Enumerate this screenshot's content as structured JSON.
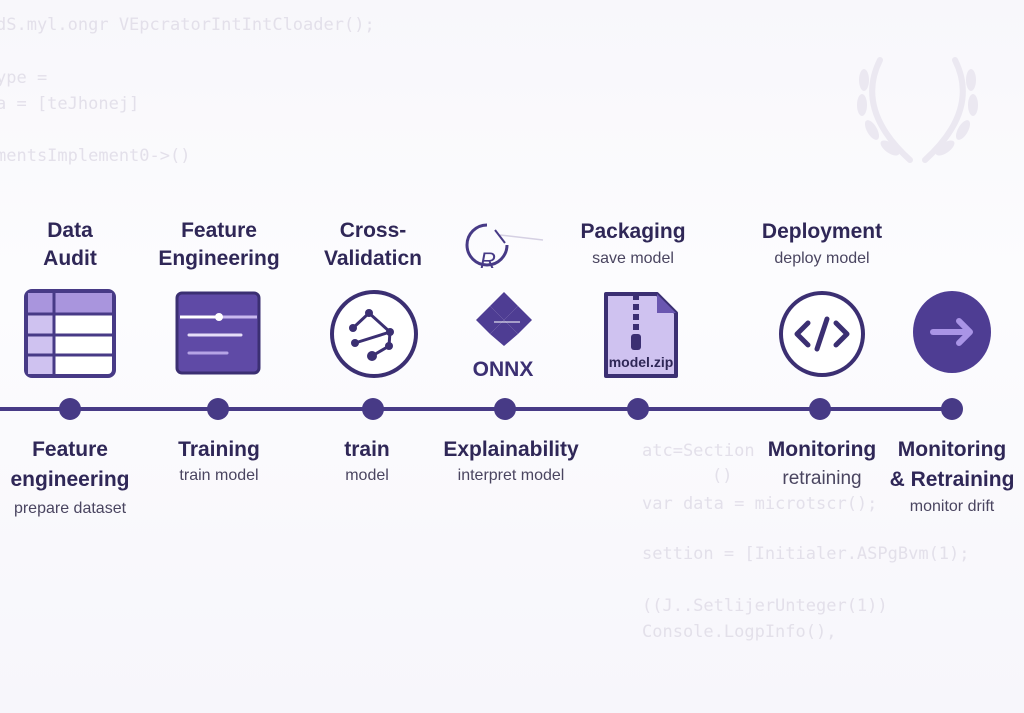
{
  "background_code": {
    "left": [
      "dS.myl.ongr VEpcratorIntIntCloader();",
      "ype =",
      "a = [teJhonej]",
      "mentsImplement0->()"
    ],
    "right": [
      "atc=Section",
      "()",
      "var data = microtscr();",
      "settion = [Initialer.ASPgBvm(1);",
      "((J..SetlijerUnteger(1))",
      "Console.LogpInfo(),"
    ]
  },
  "top_steps": [
    {
      "title": [
        "Data",
        "Audit"
      ]
    },
    {
      "title": [
        "Feature",
        "Engineering"
      ]
    },
    {
      "title": [
        "Cross-",
        "Validaticn"
      ]
    },
    {
      "title": [],
      "icon": "r-logo-icon"
    },
    {
      "title": [
        "Packaging"
      ],
      "subtitle": "save model"
    },
    {
      "title": [
        "Deployment"
      ],
      "subtitle": "deploy model"
    }
  ],
  "icons": {
    "onnx_label": "ONNX",
    "zip_label": "model.zip",
    "r_letter": "R"
  },
  "bottom_steps": [
    {
      "title": [
        "Feature",
        "engineering"
      ],
      "subtitle": "prepare dataset"
    },
    {
      "title": [
        "Training"
      ],
      "subtitle": "train model"
    },
    {
      "title": [
        "train"
      ],
      "subtitle": "model"
    },
    {
      "title": [
        "Explainability"
      ],
      "subtitle": "interpret model"
    },
    {
      "title": [
        "Monitoring"
      ],
      "subtitle": "retraining"
    },
    {
      "title": [
        "Monitoring",
        "& Retraining"
      ],
      "subtitle": "monitor drift"
    }
  ],
  "colors": {
    "primary": "#473a86",
    "dark": "#2f2757",
    "light": "#c9b9ef"
  }
}
